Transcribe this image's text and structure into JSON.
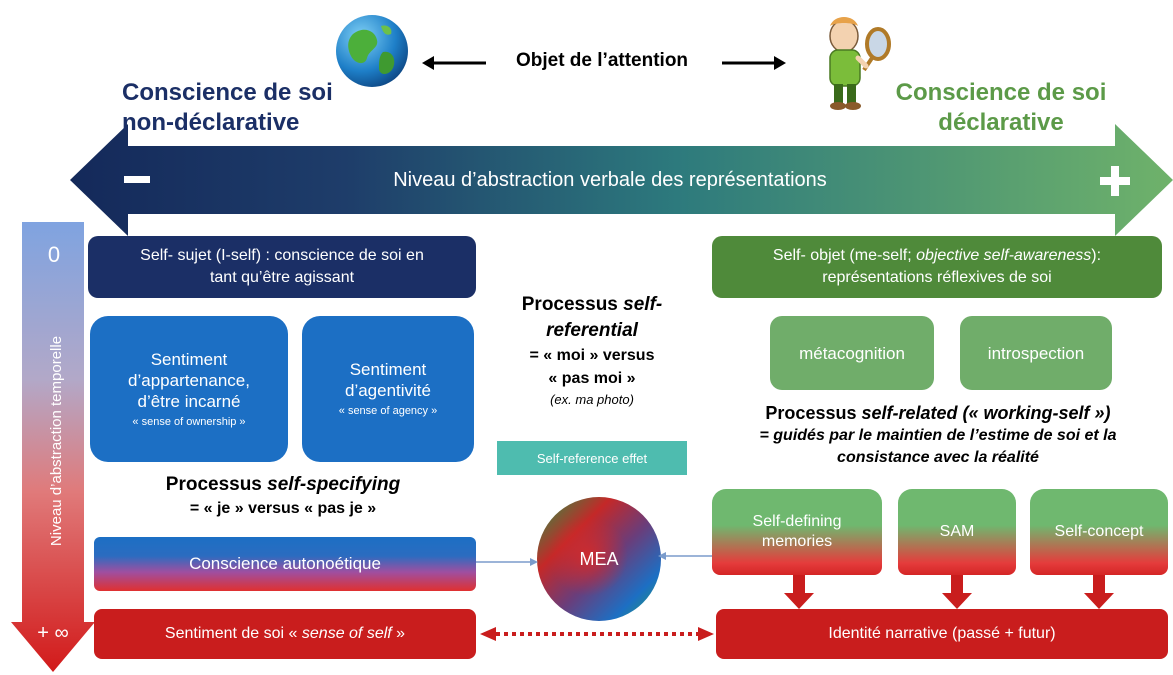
{
  "colors": {
    "dark_navy": "#1b2f66",
    "medium_blue": "#1c6fc4",
    "dark_green": "#4f8a3a",
    "light_green": "#70ad6a",
    "red": "#c91d1d",
    "teal": "#4ebcaf"
  },
  "icons": {
    "left_top": "globe-icon",
    "right_top": "person-with-mirror-icon"
  },
  "header": {
    "attention_label": "Objet de l’attention",
    "left_title_line1": "Conscience de soi",
    "left_title_line2": "non-déclarative",
    "right_title_line1": "Conscience de soi",
    "right_title_line2": "déclarative"
  },
  "axis": {
    "horizontal_label": "Niveau d’abstraction verbale des représentations",
    "minus": "−",
    "plus": "+",
    "vertical_label": "Niveau d’abstraction temporelle",
    "vertical_top": "0",
    "vertical_bottom": "+ ∞"
  },
  "left": {
    "i_self_line1": "Self- sujet (I-self) : conscience de soi en",
    "i_self_line2": "tant qu’être agissant",
    "ownership_line1": "Sentiment",
    "ownership_line2": "d’appartenance,",
    "ownership_line3": "d’être incarné",
    "ownership_small": "« sense of ownership »",
    "agency_line1": "Sentiment",
    "agency_line2": "d’agentivité",
    "agency_small": "« sense of agency »",
    "specifying_prefix": "Processus ",
    "specifying_italic": "self-specifying",
    "specifying_sub": "= « je » versus « pas je »",
    "autonoetic": "Conscience autonoétique",
    "sense_prefix": "Sentiment de soi « ",
    "sense_italic": "sense of self",
    "sense_suffix": " »"
  },
  "center": {
    "ref_line1_prefix": "Processus ",
    "ref_line1_italic": "self-",
    "ref_line2_italic": "referential",
    "ref_line3": "= « moi » versus",
    "ref_line4": "« pas moi »",
    "ref_example": "(ex. ma photo)",
    "ref_effect": "Self-reference effet",
    "mea": "MEA"
  },
  "right": {
    "me_self_prefix": "Self- objet (me-self; ",
    "me_self_italic": "objective self-awareness",
    "me_self_suffix": "):",
    "me_self_line2": "représentations réflexives de soi",
    "metacognition": "métacognition",
    "introspection": "introspection",
    "related_prefix": "Processus ",
    "related_italic": "self-related (« working-self »)",
    "related_line2": "= guidés par le maintien de l’estime de soi et la",
    "related_line3": "consistance avec la réalité",
    "defining_line1": "Self-defining",
    "defining_line2": "memories",
    "sam": "SAM",
    "concept": "Self-concept",
    "narrative": "Identité narrative (passé + futur)"
  }
}
